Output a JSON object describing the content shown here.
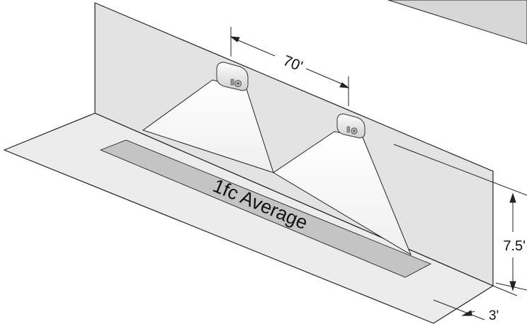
{
  "diagram": {
    "spacing_label": "70'",
    "area_label": "1fc Average",
    "height_label": "7.5'",
    "offset_label": "3'",
    "fixture_count": 2
  },
  "colors": {
    "wall": "#e3e3e3",
    "floor": "#ececec",
    "band": "#c4c4c4",
    "light_cone": "#f6f6f6",
    "stroke": "#222222",
    "fixture_body": "#f0f0f0"
  }
}
